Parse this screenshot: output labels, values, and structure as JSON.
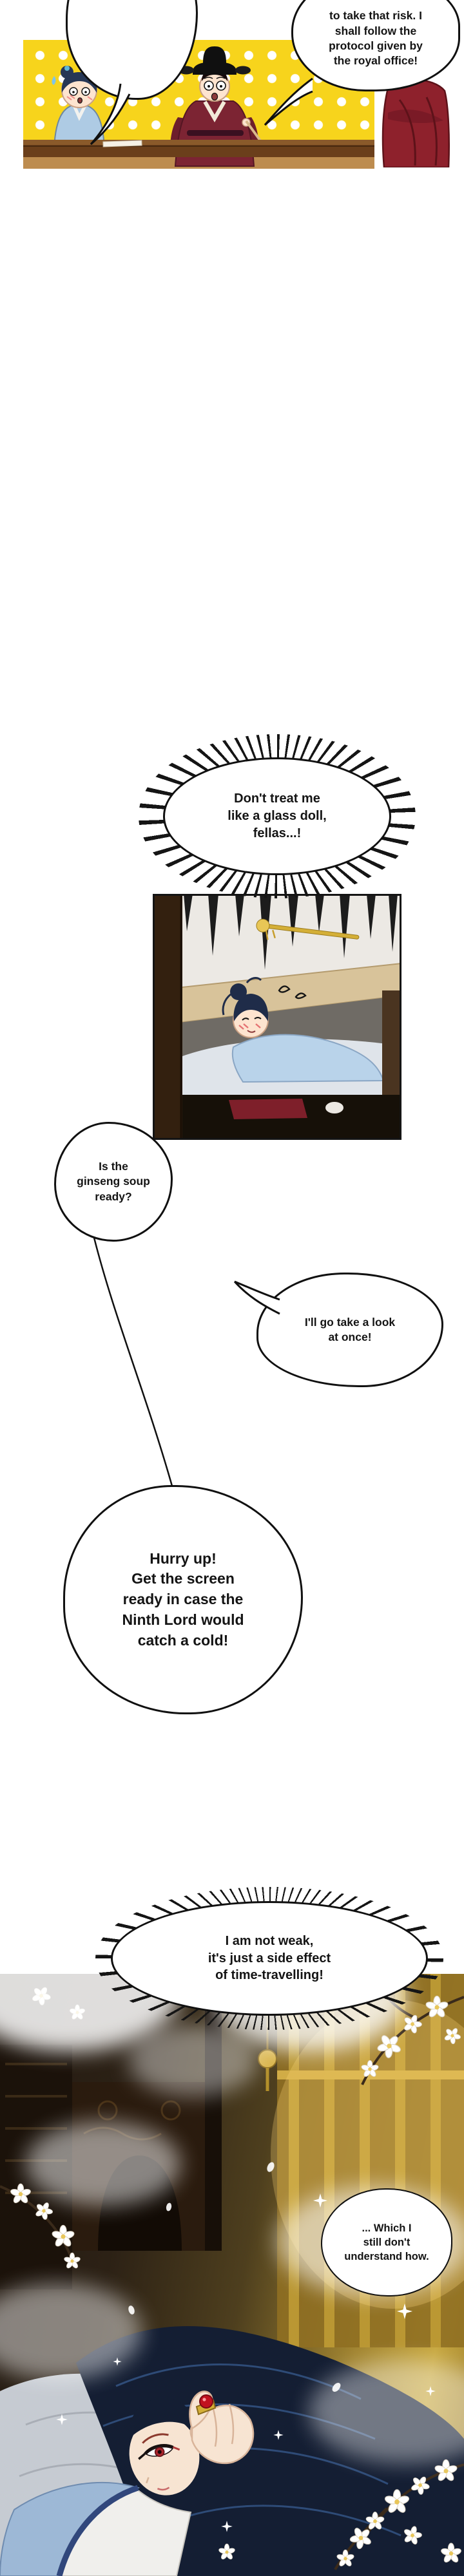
{
  "bubbles": {
    "protocol": "to take that risk. I\nshall follow the\nprotocol given by\nthe royal office!",
    "glass_doll": "Don't treat me\nlike a glass doll,\nfellas...!",
    "ginseng": "Is the\nginseng soup\nready?",
    "look": "I'll go take a look\nat once!",
    "hurry": "Hurry up!\nGet the screen\nready in case the\nNinth Lord would\ncatch a cold!",
    "not_weak": "I am not weak,\nit's just a side effect\nof time-travelling!",
    "still_dont": "... Which I\nstill don't\nunderstand how."
  },
  "colors": {
    "polka_dot_yellow": "#f7d41c",
    "official_robe_maroon": "#7c2433",
    "attendant_crimson": "#8e212c",
    "hair_navy": "#1f2c49",
    "robe_light_blue": "#b9d3ea",
    "wood_brown": "#6b3f1b",
    "gold": "#c9a23b",
    "ruby_red": "#c1121f",
    "outline_ink": "#101010"
  }
}
